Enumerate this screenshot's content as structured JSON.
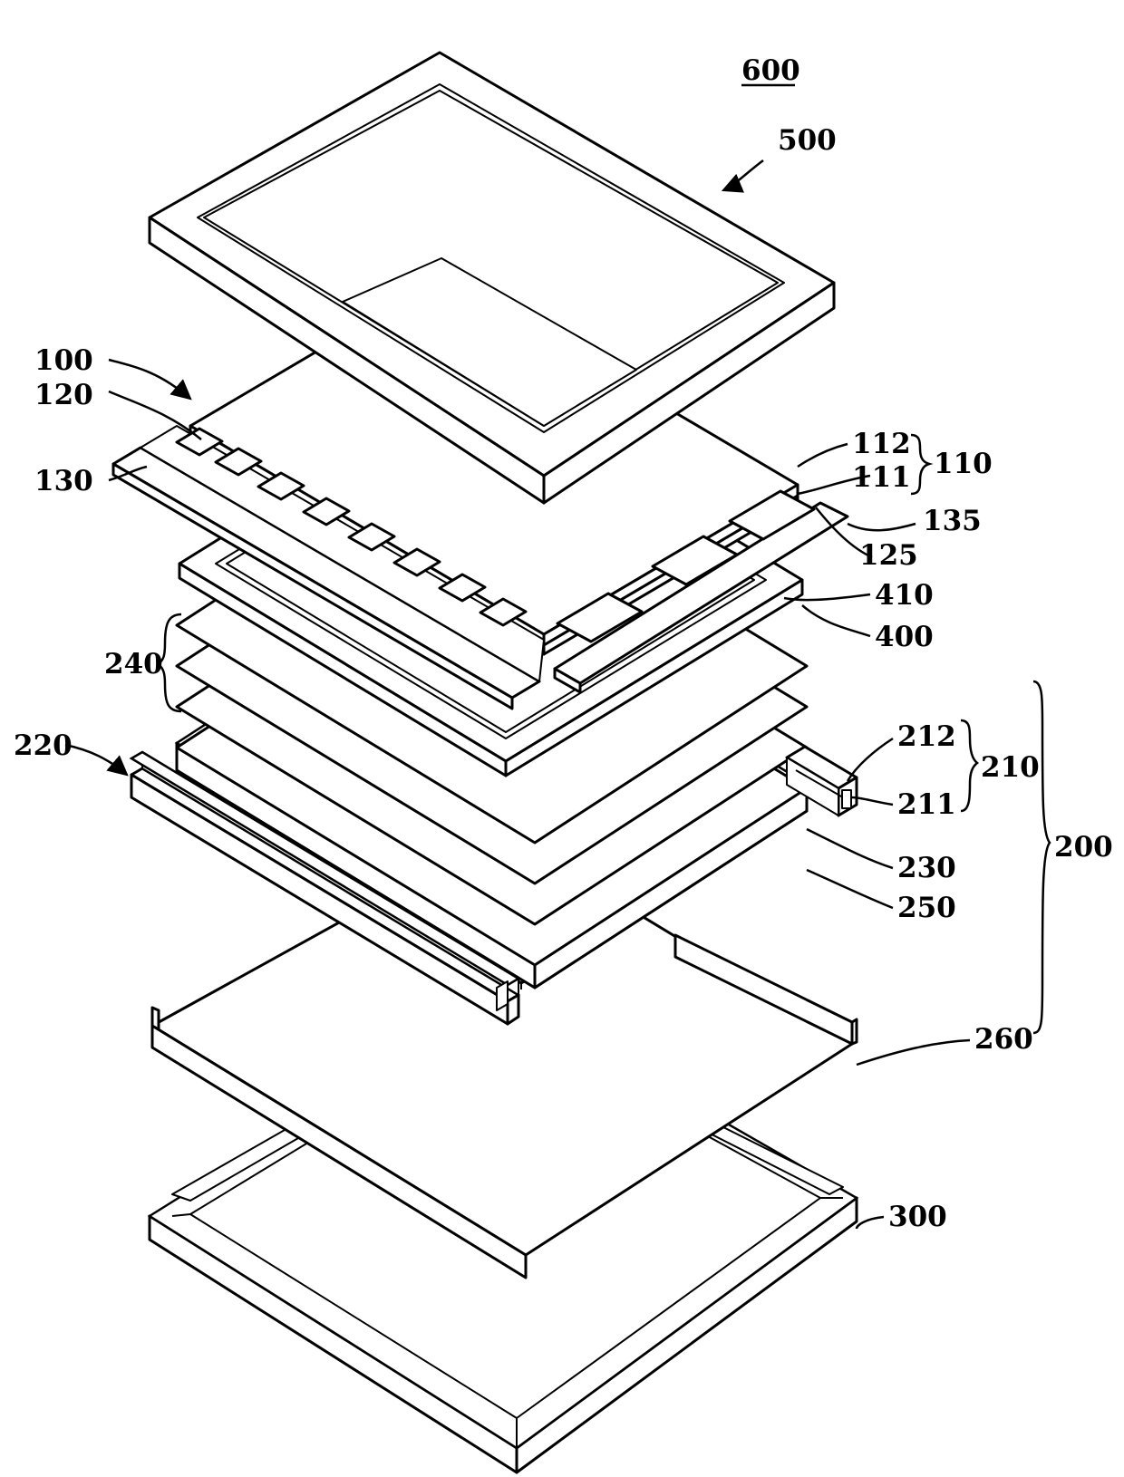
{
  "figure": {
    "title": "600",
    "labels": {
      "l500": "500",
      "l100": "100",
      "l120": "120",
      "l130": "130",
      "l112": "112",
      "l111": "111",
      "l110": "110",
      "l135": "135",
      "l125": "125",
      "l410": "410",
      "l400": "400",
      "l240": "240",
      "l220": "220",
      "l212": "212",
      "l211": "211",
      "l210": "210",
      "l200": "200",
      "l230": "230",
      "l250": "250",
      "l260": "260",
      "l300": "300"
    }
  }
}
